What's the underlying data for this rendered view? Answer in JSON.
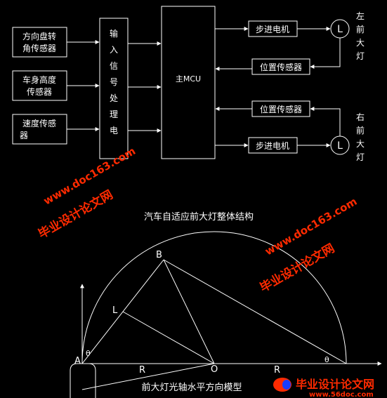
{
  "colors": {
    "background": "#000000",
    "line": "#ffffff",
    "text": "#ffffff",
    "watermark": "#ff2a00",
    "watermark_blue": "#1a3cff"
  },
  "block": {
    "steering_sensor": [
      "方向盘转",
      "角传感器"
    ],
    "height_sensor": [
      "车身高度",
      "传感器"
    ],
    "speed_sensor": [
      "速度传感",
      "器"
    ],
    "input_proc": [
      "输",
      "入",
      "信",
      "号",
      "处",
      "理",
      "电"
    ],
    "mcu": "主MCU",
    "motor_top": "步进电机",
    "pos_top": "位置传感器",
    "pos_bottom": "位置传感器",
    "motor_bottom": "步进电机",
    "lamp_symbol_top": "L",
    "lamp_symbol_bottom": "L",
    "left_lamp": [
      "左",
      "前",
      "大",
      "灯"
    ],
    "right_lamp": [
      "右",
      "前",
      "大",
      "灯"
    ]
  },
  "captions": {
    "system": "汽车自适应前大灯整体结构",
    "model": "前大灯光轴水平方向模型"
  },
  "model": {
    "point_a": "A",
    "point_b": "B",
    "point_l": "L",
    "point_o": "O",
    "radius_left": "R",
    "radius_right": "R",
    "angle_a": "θ",
    "angle_right": "θ"
  },
  "watermarks": {
    "site_cn": "毕业设计论文网",
    "site_url": "www.doc163.com",
    "footer_cn": "毕业设计论文网",
    "footer_url": "www.56doc.com"
  }
}
